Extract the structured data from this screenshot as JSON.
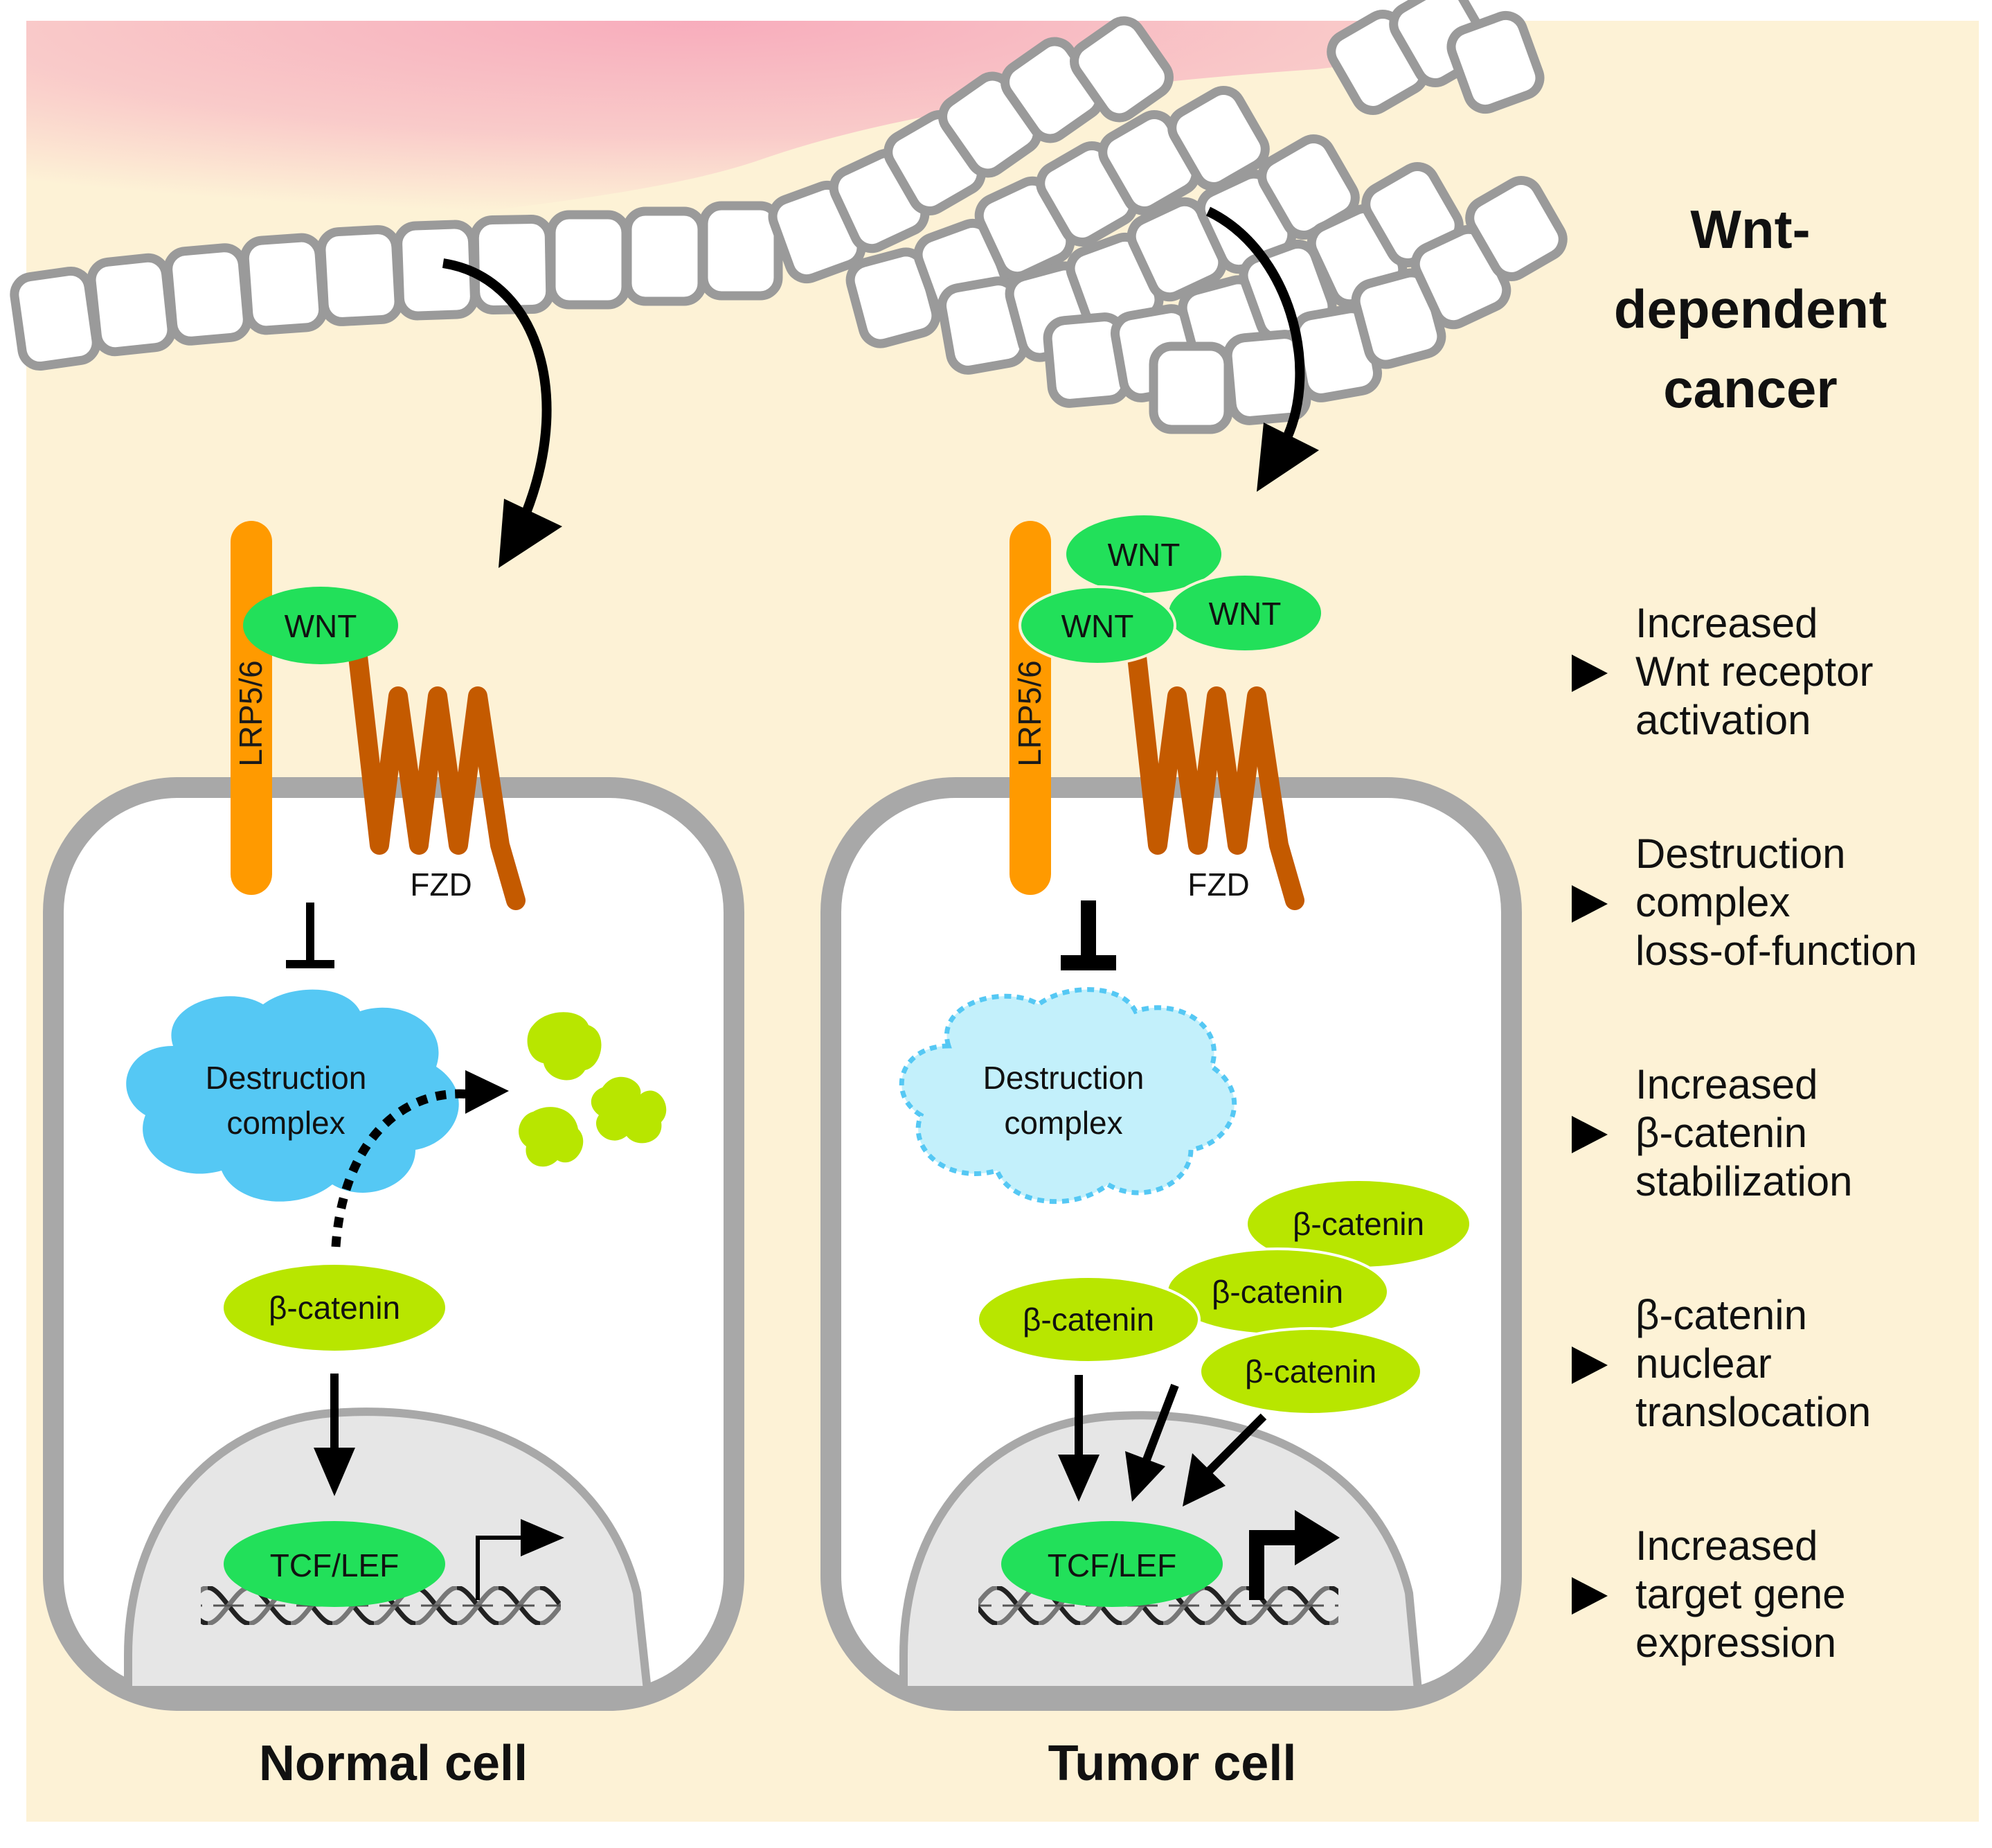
{
  "title_lines": [
    "Wnt-",
    "dependent",
    "cancer"
  ],
  "normal_cell": {
    "label": "Normal cell",
    "lrp": "LRP5/6",
    "fzd": "FZD",
    "wnt": [
      "WNT"
    ],
    "destruction_complex": [
      "Destruction",
      "complex"
    ],
    "beta_catenin": [
      "β-catenin"
    ],
    "tcf": "TCF/LEF"
  },
  "tumor_cell": {
    "label": "Tumor cell",
    "lrp": "LRP5/6",
    "fzd": "FZD",
    "wnt": [
      "WNT",
      "WNT",
      "WNT"
    ],
    "destruction_complex": [
      "Destruction",
      "complex"
    ],
    "beta_catenin": [
      "β-catenin",
      "β-catenin",
      "β-catenin",
      "β-catenin"
    ],
    "tcf": "TCF/LEF"
  },
  "changes": [
    {
      "lines": [
        "Increased",
        "Wnt receptor",
        "activation"
      ]
    },
    {
      "lines": [
        "Destruction",
        "complex",
        "loss-of-function"
      ]
    },
    {
      "lines": [
        "Increased",
        "β-catenin",
        "stabilization"
      ]
    },
    {
      "lines": [
        "β-catenin",
        "nuclear",
        "translocation"
      ]
    },
    {
      "lines": [
        "Increased",
        "target gene",
        "expression"
      ]
    }
  ],
  "colors": {
    "background": "#fdf2d6",
    "lumen_pink": "#f7b7c4",
    "membrane_gray": "#9a9a9a",
    "wnt_green": "#22e05a",
    "beta_catenin_green": "#b8e600",
    "lrp_orange": "#ff9a00",
    "fzd_brown": "#c45a00",
    "destruction_complex_blue": "#55c8f4",
    "destruction_complex_faded": "#c3f0fb"
  }
}
